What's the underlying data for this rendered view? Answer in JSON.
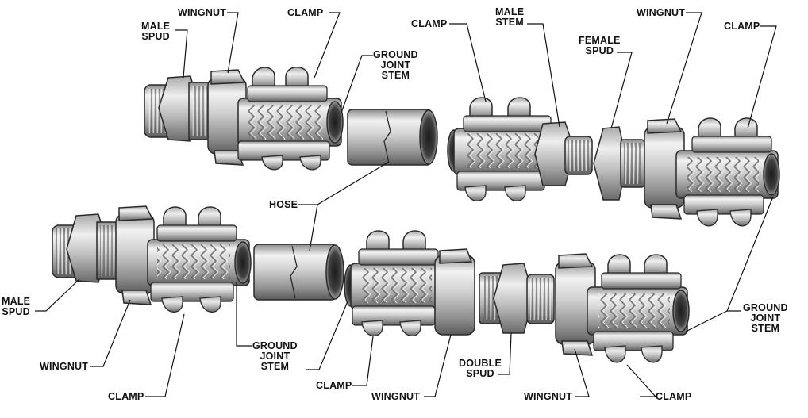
{
  "colors": {
    "metal_light": "#eeeeee",
    "metal_mid": "#b7b7b7",
    "metal_dark": "#6d6d6d",
    "outline": "#2a2a2a",
    "text": "#111111"
  },
  "labels": {
    "top_male_spud": "MALE\nSPUD",
    "top_wingnut_left": "WINGNUT",
    "top_clamp_left": "CLAMP",
    "top_ground_joint_stem": "GROUND\nJOINT\nSTEM",
    "top_clamp_mid": "CLAMP",
    "top_male_stem": "MALE\nSTEM",
    "top_female_spud": "FEMALE\nSPUD",
    "top_wingnut_right": "WINGNUT",
    "top_clamp_right": "CLAMP",
    "hose": "HOSE",
    "bottom_male_spud": "MALE\nSPUD",
    "bottom_wingnut_left": "WINGNUT",
    "bottom_clamp_left": "CLAMP",
    "bottom_ground_joint_stem_mid": "GROUND\nJOINT\nSTEM",
    "bottom_clamp_mid": "CLAMP",
    "bottom_wingnut_mid": "WINGNUT",
    "bottom_double_spud": "DOUBLE\nSPUD",
    "bottom_wingnut_right": "WINGNUT",
    "bottom_clamp_right": "CLAMP",
    "bottom_ground_joint_stem_right": "GROUND\nJOINT\nSTEM"
  }
}
